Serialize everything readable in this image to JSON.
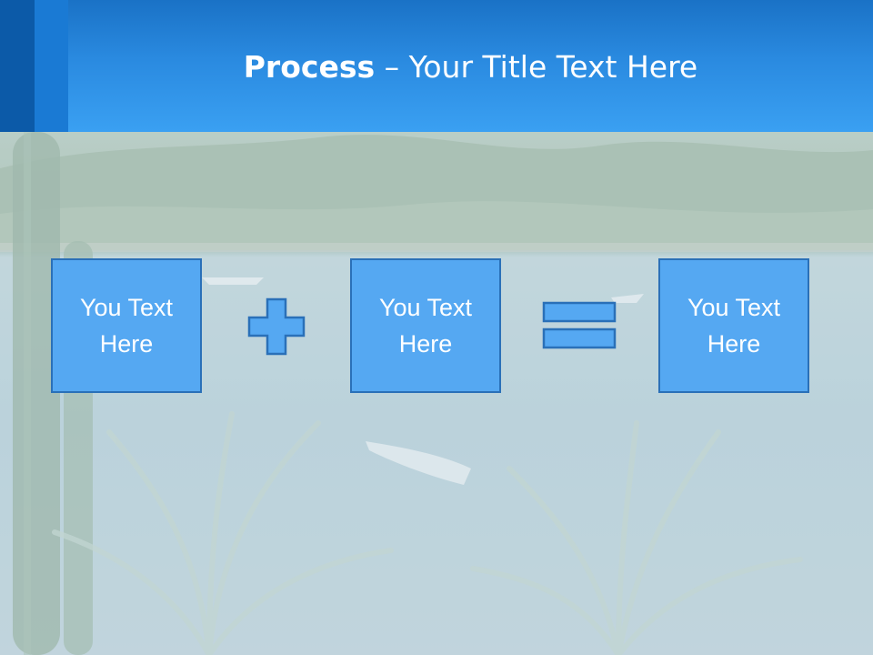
{
  "slide": {
    "title_bold": "Process",
    "title_rest": " – Your Title Text Here"
  },
  "process": {
    "boxes": [
      {
        "line1": "You Text",
        "line2": "Here"
      },
      {
        "line1": "You Text",
        "line2": "Here"
      },
      {
        "line1": "You Text",
        "line2": "Here"
      }
    ],
    "operators": [
      "plus-icon",
      "equals-icon"
    ]
  },
  "colors": {
    "header_top": "#1a72c6",
    "header_bottom": "#3aa0f2",
    "accent_dark": "#0c5aa8",
    "box_fill": "#55a8f2",
    "box_border": "#2a70b8",
    "text": "#ffffff"
  }
}
